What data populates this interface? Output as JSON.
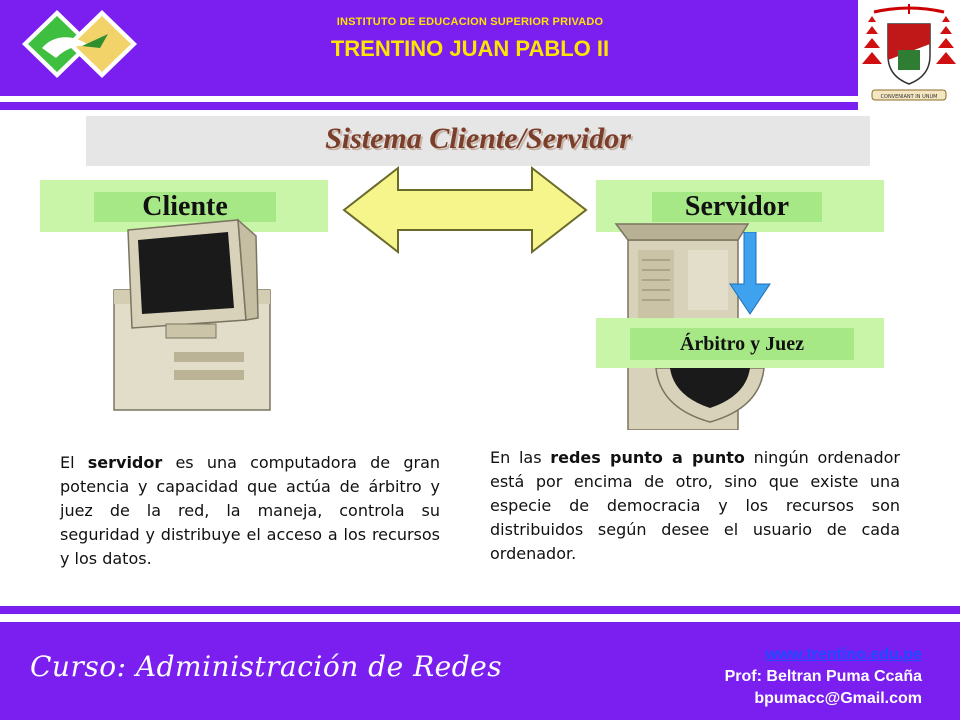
{
  "header": {
    "institute_sub": "INSTITUTO DE EDUCACION SUPERIOR PRIVADO",
    "institute_title": "TRENTINO JUAN PABLO II",
    "crest_motto": "CONVENIANT IN UNUM"
  },
  "slide": {
    "title": "Sistema Cliente/Servidor",
    "client_label": "Cliente",
    "server_label": "Servidor",
    "arbiter_label": "Árbitro y Juez"
  },
  "paragraphs": {
    "left": {
      "part1": "El ",
      "bold1": "servidor",
      "part2": " es una computadora de gran potencia y capacidad que actúa de árbitro y juez de la red, la maneja, controla su seguridad y distribuye el acceso a los recursos y los datos."
    },
    "right": {
      "part1": "En las ",
      "bold1": "redes punto a punto",
      "part2": " ningún ordenador está por encima de otro, sino que existe una especie de democracia y los recursos son distribuidos según desee el usuario de cada ordenador."
    }
  },
  "footer": {
    "course": "Curso: Administración de Redes",
    "website": "www.trentino.edu.pe",
    "professor": "Prof: Beltran Puma Ccaña",
    "email": "bpumacc@Gmail.com"
  },
  "colors": {
    "brand_purple": "#7a1ff0",
    "brand_yellow": "#ffe400",
    "label_green": "#a7e886",
    "bar_green": "#c8f5a8",
    "title_brown": "#7a3e2a",
    "arrow_yellow": "#f5f58c",
    "down_arrow_blue": "#3ea2ef"
  }
}
